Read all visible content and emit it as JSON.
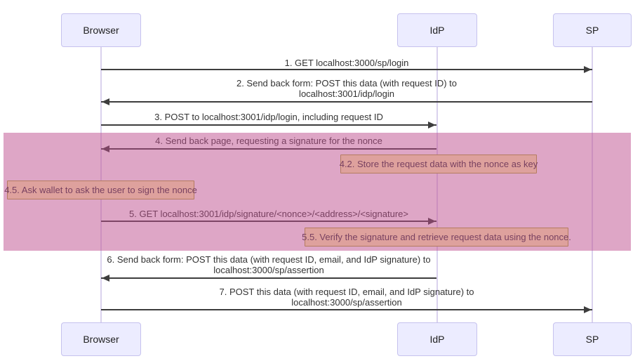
{
  "diagram": {
    "type": "sequence-diagram",
    "actors": {
      "browser": "Browser",
      "idp": "IdP",
      "sp": "SP"
    },
    "messages": [
      {
        "text": "1. GET localhost:3000/sp/login",
        "from": "Browser",
        "to": "SP",
        "direction": "right"
      },
      {
        "text": "2. Send back form: POST this data (with request ID) to\nlocalhost:3001/idp/login",
        "from": "SP",
        "to": "Browser",
        "direction": "left"
      },
      {
        "text": "3. POST to localhost:3001/idp/login, including request ID",
        "from": "Browser",
        "to": "IdP",
        "direction": "right"
      },
      {
        "text": "4. Send back page, requesting a signature for the nonce",
        "from": "IdP",
        "to": "Browser",
        "direction": "left"
      },
      {
        "text": "5. GET localhost:3001/idp/signature/<nonce>/<address>/<signature>",
        "from": "Browser",
        "to": "IdP",
        "direction": "right"
      },
      {
        "text": "6. Send back form: POST this data (with request ID, email, and IdP signature) to\nlocalhost:3000/sp/assertion",
        "from": "IdP",
        "to": "Browser",
        "direction": "left"
      },
      {
        "text": "7. POST this data (with request ID, email, and IdP signature) to\nlocalhost:3000/sp/assertion",
        "from": "Browser",
        "to": "SP",
        "direction": "right"
      }
    ],
    "notes": [
      {
        "text": "4.2. Store the request data with the nonce as key",
        "over": "IdP"
      },
      {
        "text": "4.5. Ask wallet to ask the user to sign the nonce",
        "over": "Browser"
      },
      {
        "text": "5.5. Verify the signature and retrieve request data using the nonce.",
        "over": "IdP"
      }
    ],
    "colors": {
      "actor_fill": "#ECECFF",
      "actor_border": "#C6C2EE",
      "lifeline": "#DAD2EE",
      "message_line": "#3D3D3D",
      "text": "#333333",
      "note_fill": "#FFF5AD",
      "note_border": "#AAAA33",
      "highlight": "#BD4D8D",
      "highlight_opacity": "0.5",
      "background": "#FFFFFF"
    }
  }
}
